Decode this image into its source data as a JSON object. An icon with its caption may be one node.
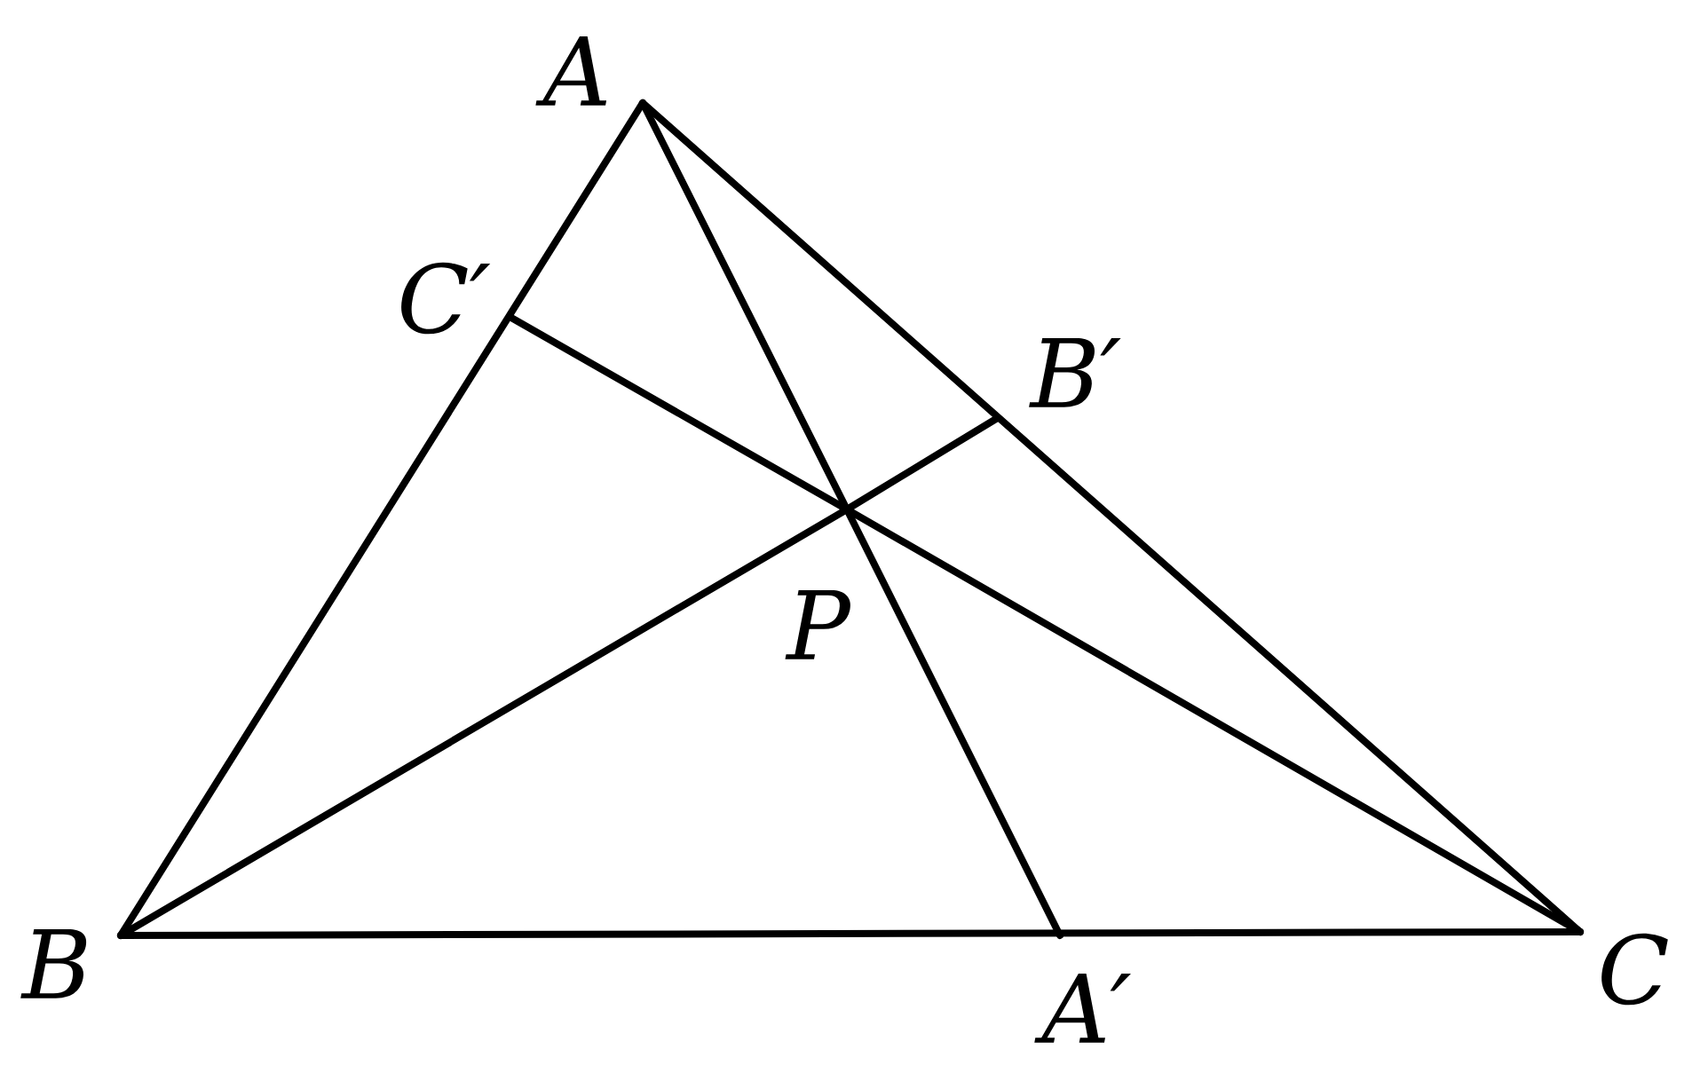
{
  "diagram": {
    "nodes": [
      {
        "text": [
          "A"
        ]
      },
      {
        "text": [
          "B"
        ]
      },
      {
        "text": [
          "C"
        ]
      },
      {
        "text": [
          "A′"
        ]
      },
      {
        "text": [
          "B′"
        ]
      },
      {
        "text": [
          "C′"
        ]
      },
      {
        "text": [
          "P"
        ]
      }
    ],
    "edges": [
      {
        "from": 0,
        "to": 1,
        "arrow": "none"
      },
      {
        "from": 1,
        "to": 2,
        "arrow": "none"
      },
      {
        "from": 2,
        "to": 0,
        "arrow": "none"
      },
      {
        "from": 0,
        "to": 6,
        "arrow": "none"
      },
      {
        "from": 6,
        "to": 3,
        "arrow": "none"
      },
      {
        "from": 1,
        "to": 6,
        "arrow": "none"
      },
      {
        "from": 6,
        "to": 4,
        "arrow": "none"
      },
      {
        "from": 2,
        "to": 6,
        "arrow": "none"
      },
      {
        "from": 6,
        "to": 5,
        "arrow": "none"
      }
    ]
  }
}
